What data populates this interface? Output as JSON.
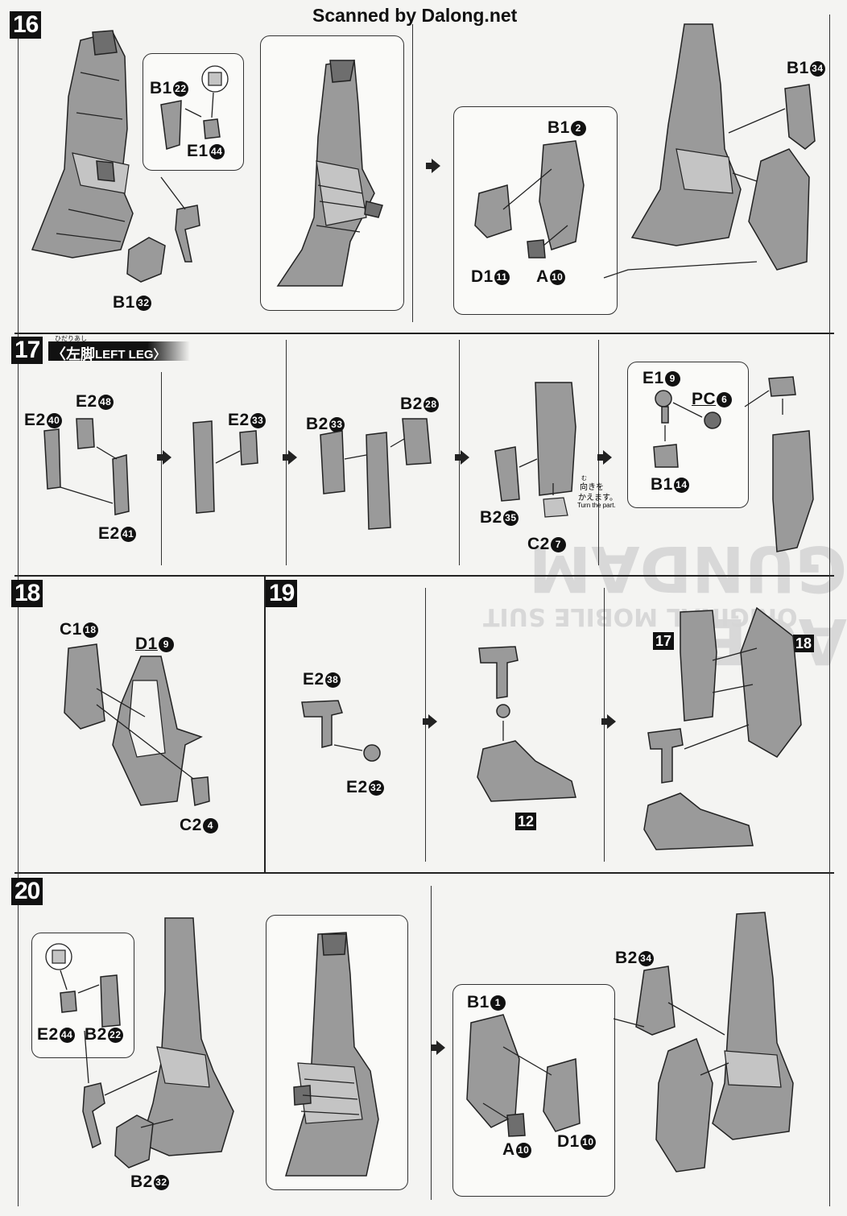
{
  "header": {
    "scan_credit": "Scanned by Dalong.net"
  },
  "steps": {
    "s16": {
      "number": "16",
      "labels": {
        "b1_22": "B1",
        "e1_44": "E1",
        "b1_32": "B1",
        "b1_2": "B1",
        "d1_11": "D1",
        "a_10": "A",
        "b1_34": "B1"
      }
    },
    "s17": {
      "number": "17",
      "title_ruby": "ひだりあし",
      "title_jp": "〈左脚",
      "title_en": "LEFT LEG〉",
      "labels": {
        "e2_40": "E2",
        "e2_48": "E2",
        "e2_41": "E2",
        "e2_33": "E2",
        "b2_33": "B2",
        "b2_28": "B2",
        "b2_35": "B2",
        "c2_7": "C2",
        "e1_9": "E1",
        "pc_6": "PC",
        "b1_14": "B1"
      },
      "turn_note_ruby": "む",
      "turn_note_jp1": "向きを",
      "turn_note_jp2": "かえます。",
      "turn_note_en": "Turn the part."
    },
    "s18": {
      "number": "18",
      "labels": {
        "c1_18": "C1",
        "d1_9": "D1",
        "c2_4": "C2"
      }
    },
    "s19": {
      "number": "19",
      "labels": {
        "e2_38": "E2",
        "e2_32": "E2"
      },
      "ref12": "12",
      "ref17": "17",
      "ref18": "18"
    },
    "s20": {
      "number": "20",
      "labels": {
        "e2_44": "E2",
        "b2_22": "B2",
        "b2_32": "B2",
        "b1_1": "B1",
        "a_10": "A",
        "d1_10": "D1",
        "b2_34": "B2"
      }
    }
  },
  "watermark": {
    "line1": "AGE-GUNDAM",
    "line2": "ORIGINAL MOBILE SUIT"
  },
  "numbers": {
    "n1": "1",
    "n2": "2",
    "n4": "4",
    "n6": "6",
    "n7": "7",
    "n9": "9",
    "n10": "10",
    "n11": "11",
    "n14": "14",
    "n18": "18",
    "n22": "22",
    "n28": "28",
    "n32": "32",
    "n33": "33",
    "n34": "34",
    "n35": "35",
    "n38": "38",
    "n40": "40",
    "n41": "41",
    "n44": "44",
    "n48": "48"
  }
}
